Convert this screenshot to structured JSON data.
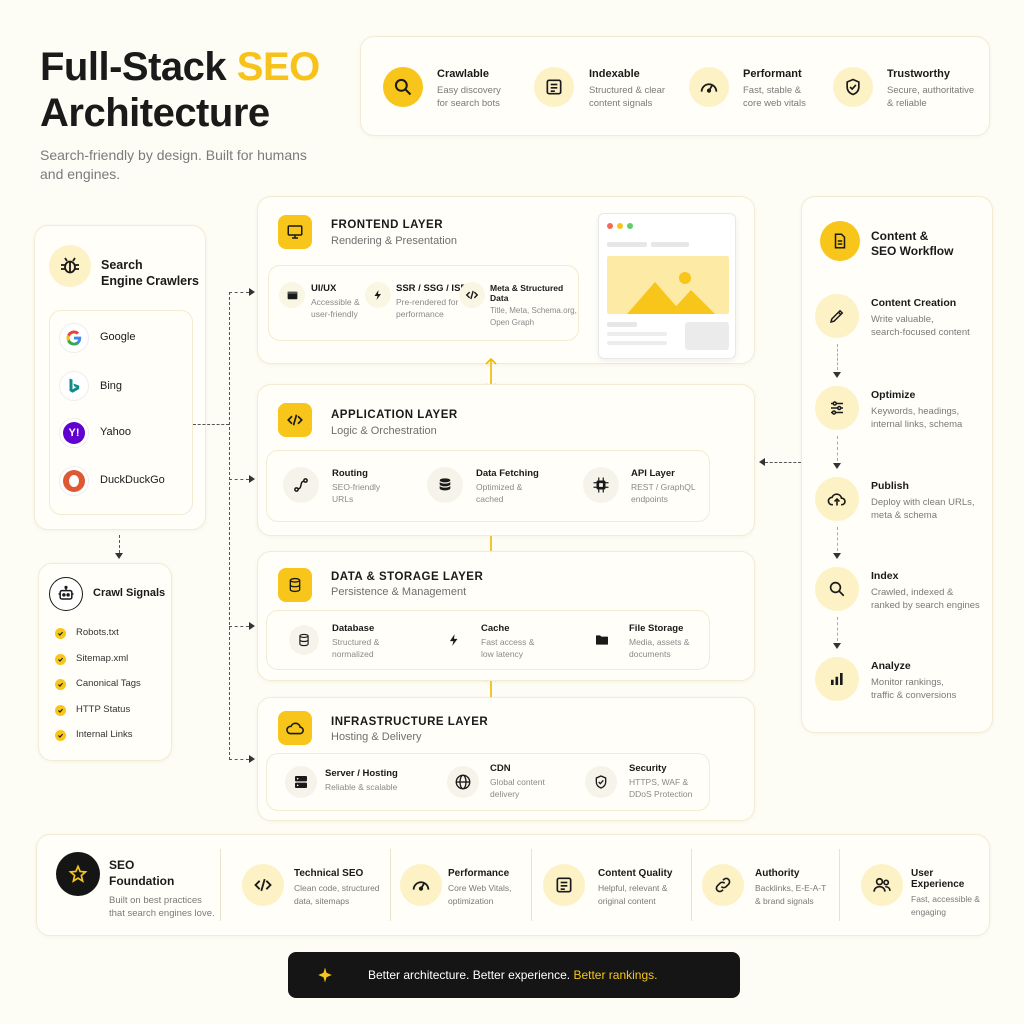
{
  "header": {
    "title_line1_a": "Full-Stack ",
    "title_line1_b": "SEO",
    "title_line2": "Architecture",
    "subtitle_line1": "Search-friendly by design. Built for humans",
    "subtitle_line2": "and engines."
  },
  "pillars": [
    {
      "icon": "search-icon",
      "title": "Crawlable",
      "desc1": "Easy discovery",
      "desc2": "for search bots"
    },
    {
      "icon": "document-icon",
      "title": "Indexable",
      "desc1": "Structured & clear",
      "desc2": "content signals"
    },
    {
      "icon": "gauge-icon",
      "title": "Performant",
      "desc1": "Fast, stable &",
      "desc2": "core web vitals"
    },
    {
      "icon": "shield-check-icon",
      "title": "Trustworthy",
      "desc1": "Secure, authoritative",
      "desc2": "& reliable"
    }
  ],
  "crawlers": {
    "title_line1": "Search",
    "title_line2": "Engine Crawlers",
    "engines": [
      "Google",
      "Bing",
      "Yahoo",
      "DuckDuckGo"
    ]
  },
  "crawl_signals": {
    "title": "Crawl Signals",
    "items": [
      "Robots.txt",
      "Sitemap.xml",
      "Canonical Tags",
      "HTTP Status",
      "Internal Links"
    ]
  },
  "layers": {
    "frontend": {
      "title": "FRONTEND LAYER",
      "sub": "Rendering & Presentation",
      "items": [
        {
          "title": "UI/UX",
          "d1": "Accessible &",
          "d2": "user-friendly"
        },
        {
          "title": "SSR / SSG / ISR",
          "d1": "Pre-rendered for",
          "d2": "performance"
        },
        {
          "title": "Meta & Structured Data",
          "d1": "Title, Meta, Schema.org,",
          "d2": "Open Graph"
        }
      ]
    },
    "application": {
      "title": "APPLICATION LAYER",
      "sub": "Logic & Orchestration",
      "items": [
        {
          "title": "Routing",
          "d1": "SEO-friendly",
          "d2": "URLs"
        },
        {
          "title": "Data Fetching",
          "d1": "Optimized &",
          "d2": "cached"
        },
        {
          "title": "API Layer",
          "d1": "REST / GraphQL",
          "d2": "endpoints"
        }
      ]
    },
    "data": {
      "title": "DATA & STORAGE LAYER",
      "sub": "Persistence & Management",
      "items": [
        {
          "title": "Database",
          "d1": "Structured &",
          "d2": "normalized"
        },
        {
          "title": "Cache",
          "d1": "Fast access &",
          "d2": "low latency"
        },
        {
          "title": "File Storage",
          "d1": "Media, assets &",
          "d2": "documents"
        }
      ]
    },
    "infra": {
      "title": "INFRASTRUCTURE LAYER",
      "sub": "Hosting & Delivery",
      "items": [
        {
          "title": "Server / Hosting",
          "d1": "Reliable & scalable",
          "d2": ""
        },
        {
          "title": "CDN",
          "d1": "Global content",
          "d2": "delivery"
        },
        {
          "title": "Security",
          "d1": "HTTPS, WAF &",
          "d2": "DDoS Protection"
        }
      ]
    }
  },
  "workflow": {
    "title_line1": "Content &",
    "title_line2": "SEO Workflow",
    "steps": [
      {
        "icon": "pencil-icon",
        "title": "Content Creation",
        "d1": "Write valuable,",
        "d2": "search-focused content"
      },
      {
        "icon": "sliders-icon",
        "title": "Optimize",
        "d1": "Keywords, headings,",
        "d2": "internal links, schema"
      },
      {
        "icon": "cloud-upload-icon",
        "title": "Publish",
        "d1": "Deploy with clean URLs,",
        "d2": "meta & schema"
      },
      {
        "icon": "magnifier-icon",
        "title": "Index",
        "d1": "Crawled, indexed &",
        "d2": "ranked by search engines"
      },
      {
        "icon": "bar-chart-icon",
        "title": "Analyze",
        "d1": "Monitor rankings,",
        "d2": "traffic & conversions"
      }
    ]
  },
  "foundation": {
    "title_line1": "SEO",
    "title_line2": "Foundation",
    "d1": "Built on best practices",
    "d2": "that search engines love.",
    "items": [
      {
        "icon": "code-icon",
        "title": "Technical SEO",
        "d1": "Clean code, structured",
        "d2": "data, sitemaps"
      },
      {
        "icon": "gauge-icon",
        "title": "Performance",
        "d1": "Core Web Vitals,",
        "d2": "optimization"
      },
      {
        "icon": "document-icon",
        "title": "Content Quality",
        "d1": "Helpful, relevant &",
        "d2": "original content"
      },
      {
        "icon": "link-icon",
        "title": "Authority",
        "d1": "Backlinks, E-E-A-T",
        "d2": "& brand signals"
      },
      {
        "icon": "users-icon",
        "title": "User Experience",
        "d1": "Fast, accessible &",
        "d2": "engaging"
      }
    ]
  },
  "banner": {
    "text_a": "Better architecture. Better experience. ",
    "text_b": "Better rankings."
  },
  "colors": {
    "accent": "#f8c51a",
    "dark": "#151515",
    "background": "#fdfcf5"
  }
}
